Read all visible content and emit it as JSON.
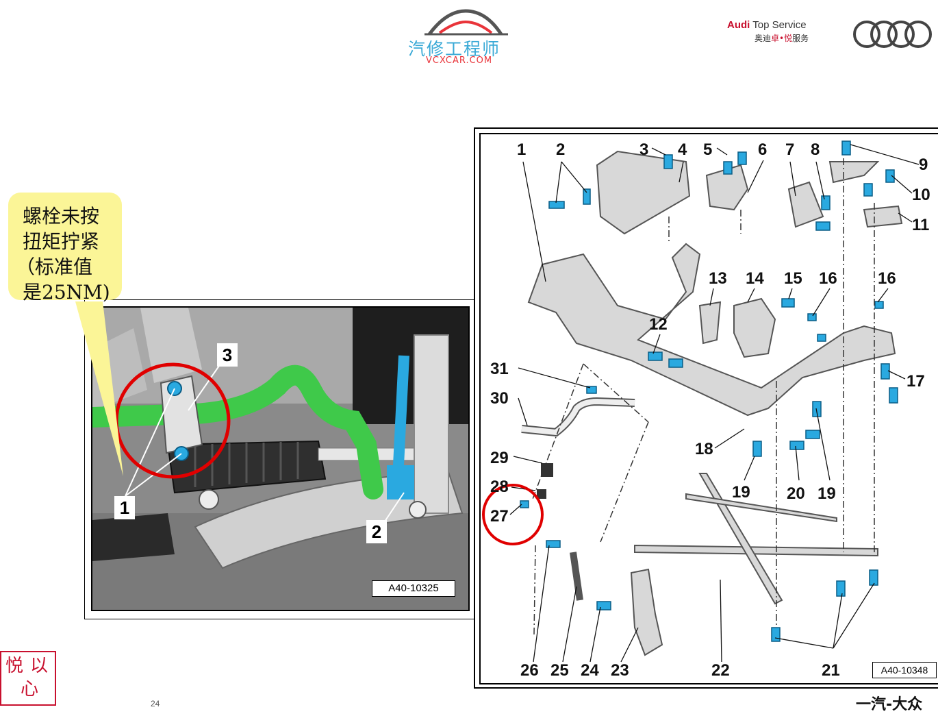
{
  "header": {
    "watermark_title": "汽修工程师",
    "watermark_url": "VCXCAR.COM",
    "audi_brand": "Audi",
    "audi_service": "Top Service",
    "audi_cn_a": "奥迪",
    "audi_cn_b": "卓",
    "audi_cn_c": "•",
    "audi_cn_d": "悦",
    "audi_cn_e": "服务"
  },
  "callout": {
    "line1": "螺栓未按",
    "line2": "扭矩拧紧",
    "line3": "（标准值",
    "line4": "是25NM)"
  },
  "photo": {
    "label_1": "1",
    "label_2": "2",
    "label_3": "3",
    "ref": "A40-10325"
  },
  "diagram": {
    "ref": "A40-10348",
    "numbers": [
      "1",
      "2",
      "3",
      "4",
      "5",
      "6",
      "7",
      "8",
      "9",
      "10",
      "11",
      "13",
      "14",
      "15",
      "16",
      "16",
      "12",
      "17",
      "31",
      "30",
      "18",
      "29",
      "19",
      "20",
      "19",
      "28",
      "27",
      "26",
      "25",
      "24",
      "23",
      "22",
      "21"
    ]
  },
  "footer": {
    "page": "24",
    "seal_a": "以",
    "seal_b": "悦",
    "seal_c": "心",
    "brand": "一汽-大众"
  },
  "colors": {
    "callout_fill": "#fbf597",
    "highlight_circle": "#e00000",
    "bolt_blue": "#2aa9e0",
    "stabilizer_green": "#3fc94a"
  }
}
